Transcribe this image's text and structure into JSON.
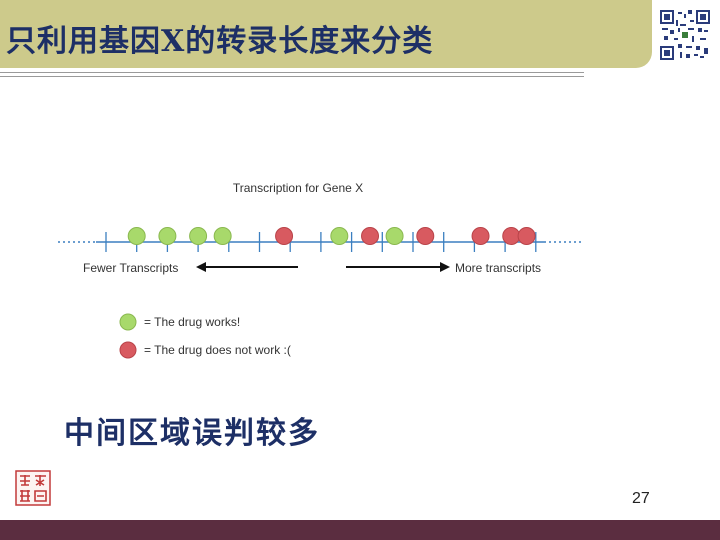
{
  "slide": {
    "title": "只利用基因X的转录长度来分类",
    "subheading": "中间区域误判较多",
    "page_number": "27"
  },
  "figure": {
    "title": "Transcription for Gene X",
    "left_label": "Fewer Transcripts",
    "right_label": "More transcripts",
    "legend": [
      {
        "label": "= The drug works!",
        "color": "#a8d96b"
      },
      {
        "label": "= The drug does not work :(",
        "color": "#d85a60"
      }
    ],
    "points": [
      {
        "x": 1,
        "outcome": "works"
      },
      {
        "x": 2,
        "outcome": "works"
      },
      {
        "x": 3,
        "outcome": "works"
      },
      {
        "x": 3.8,
        "outcome": "works"
      },
      {
        "x": 5.8,
        "outcome": "does not work"
      },
      {
        "x": 7.6,
        "outcome": "works"
      },
      {
        "x": 8.6,
        "outcome": "does not work"
      },
      {
        "x": 9.4,
        "outcome": "works"
      },
      {
        "x": 10.4,
        "outcome": "does not work"
      },
      {
        "x": 12.2,
        "outcome": "does not work"
      },
      {
        "x": 13.2,
        "outcome": "does not work"
      },
      {
        "x": 13.7,
        "outcome": "does not work"
      }
    ],
    "colors": {
      "works": "#a8d96b",
      "does not work": "#d85a60",
      "axis": "#3b7fc0"
    }
  }
}
